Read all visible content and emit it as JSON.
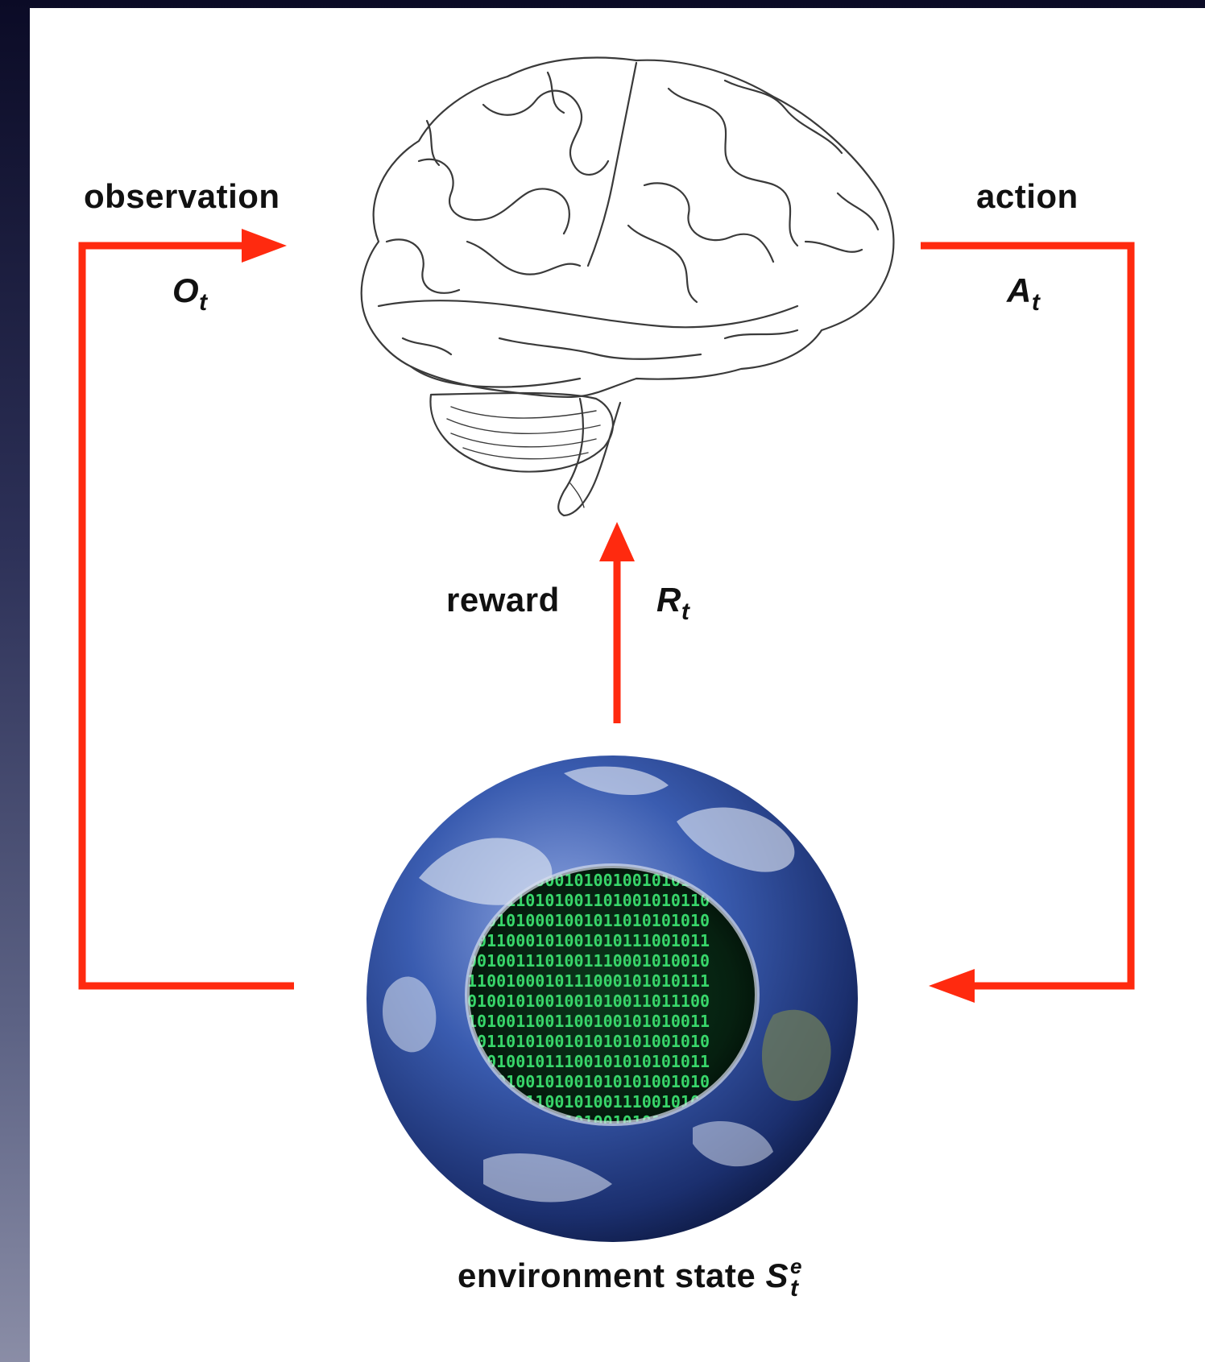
{
  "labels": {
    "observation": "observation",
    "observation_symbol": "O",
    "observation_subscript": "t",
    "action": "action",
    "action_symbol": "A",
    "action_subscript": "t",
    "reward": "reward",
    "reward_symbol": "R",
    "reward_subscript": "t",
    "environment": "environment state",
    "environment_symbol": "S",
    "environment_superscript": "e",
    "environment_subscript": "t"
  },
  "colors": {
    "arrow": "#ff2a0f",
    "binary": "#38d66a",
    "ocean": "#2b4d9a"
  },
  "icons": {
    "agent": "brain-icon",
    "environment": "earth-globe-icon"
  }
}
